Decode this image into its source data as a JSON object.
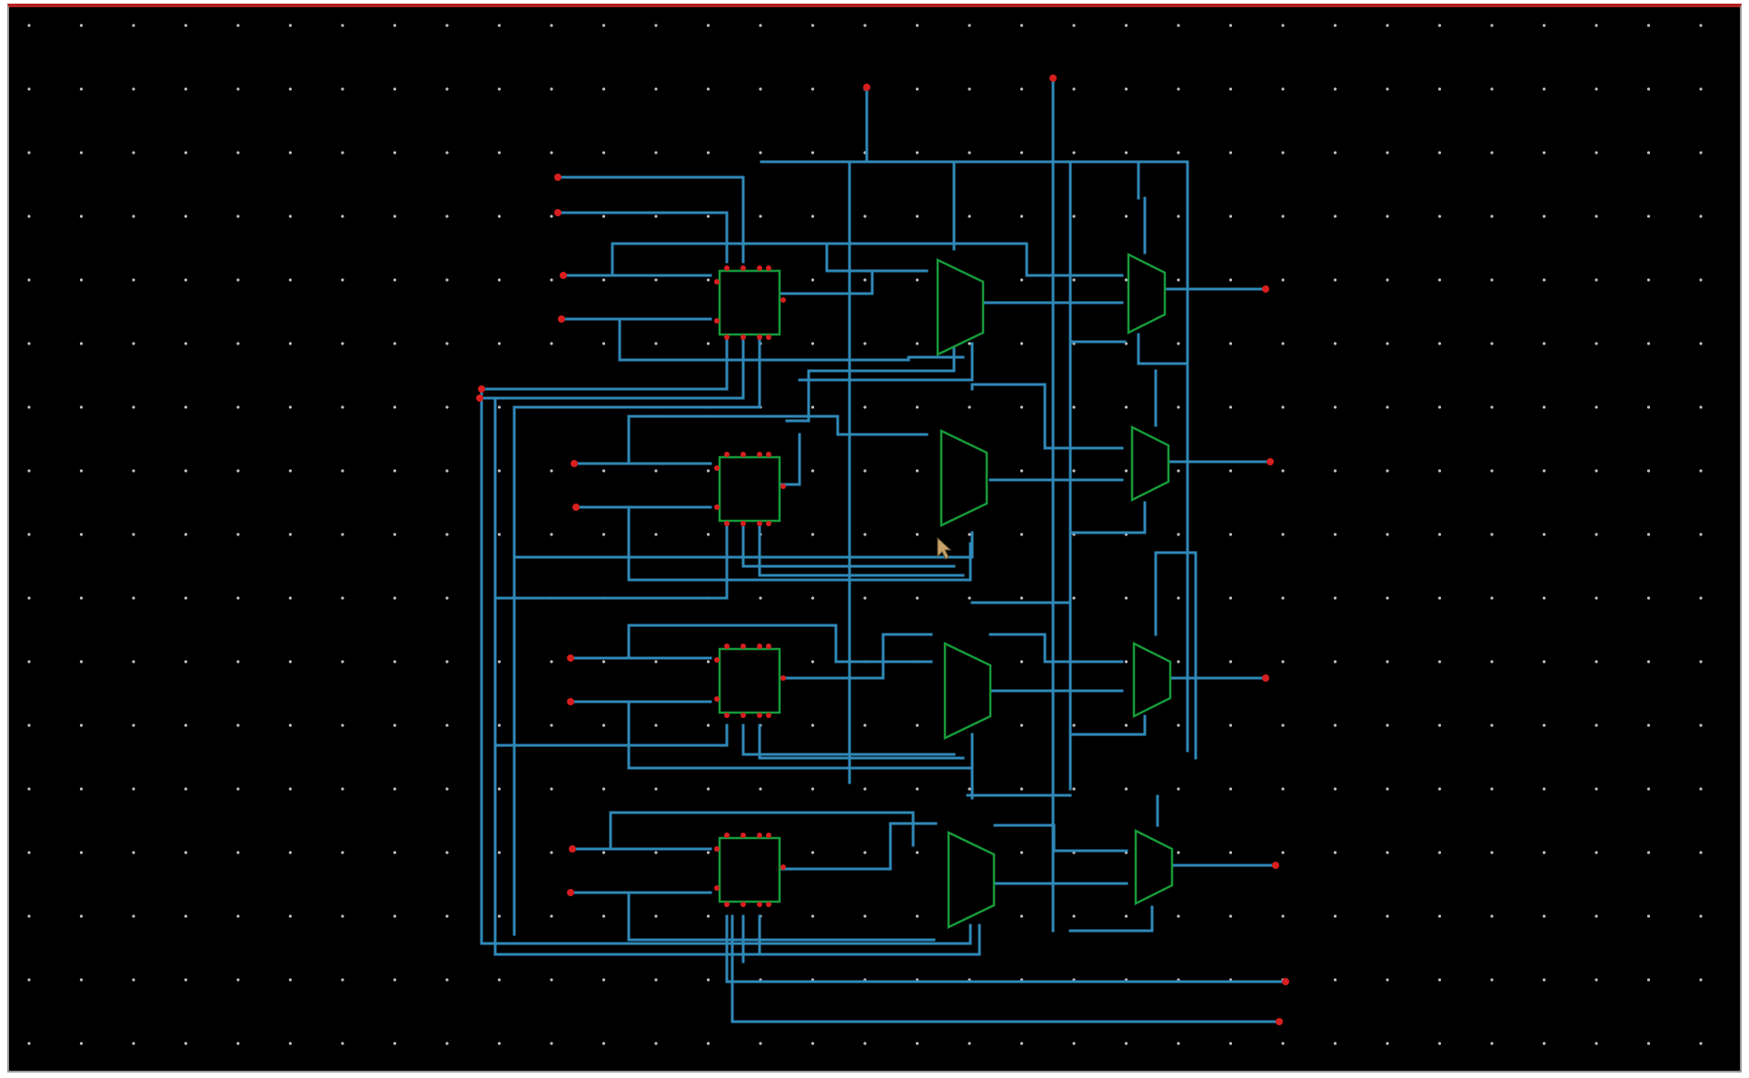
{
  "app": {
    "view": "schematic-canvas"
  },
  "colors": {
    "background": "#000000",
    "grid_dot": "#bfbfbf",
    "wire": "#2f89b8",
    "component_outline": "#169a3a",
    "pin": "#d81e1e",
    "title_bar_accent": "#b32020"
  },
  "components": {
    "stages": [
      {
        "id": "stage-1",
        "block": "module-block",
        "mux_a": "mux",
        "mux_b": "mux"
      },
      {
        "id": "stage-2",
        "block": "module-block",
        "mux_a": "mux",
        "mux_b": "mux"
      },
      {
        "id": "stage-3",
        "block": "module-block",
        "mux_a": "mux",
        "mux_b": "mux"
      },
      {
        "id": "stage-4",
        "block": "module-block",
        "mux_a": "mux",
        "mux_b": "mux"
      }
    ]
  },
  "cursor": {
    "icon": "arrow-cursor-icon"
  }
}
